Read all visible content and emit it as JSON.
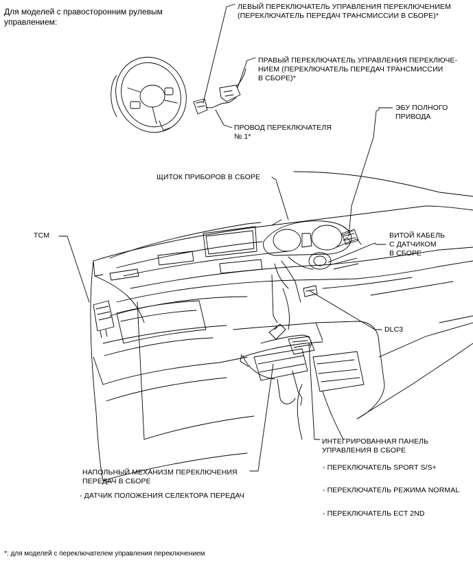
{
  "intro_note": "Для моделей с правосторонним рулевым\nуправлением:",
  "labels": {
    "left_switch": "ЛЕВЫЙ ПЕРЕКЛЮЧАТЕЛЬ УПРАВЛЕНИЯ ПЕРЕКЛЮЧЕНИЕМ\n(ПЕРЕКЛЮЧАТЕЛЬ ПЕРЕДАЧ ТРАНСМИССИИ В СБОРЕ)*",
    "right_switch": "ПРАВЫЙ ПЕРЕКЛЮЧАТЕЛЬ УПРАВЛЕНИЯ ПЕРЕКЛЮЧЕ-\nНИЕМ (ПЕРЕКЛЮЧАТЕЛЬ ПЕРЕДАЧ ТРАНСМИССИИ\nВ СБОРЕ)*",
    "ecu_4wd": "ЭБУ ПОЛНОГО\nПРИВОДА",
    "switch_wire": "ПРОВОД ПЕРЕКЛЮЧАТЕЛЯ\n№ 1*",
    "combination_meter": "ЩИТОК ПРИБОРОВ В СБОРЕ",
    "tcm": "TCM",
    "spiral_cable": "ВИТОЙ КАБЕЛЬ\nС ДАТЧИКОМ\nВ СБОРЕ",
    "dlc3": "DLC3",
    "integrated_panel": "ИНТЕГРИРОВАННАЯ ПАНЕЛЬ\nУПРАВЛЕНИЯ В СБОРЕ",
    "floor_shift": "НАПОЛЬНЫЙ МЕХАНИЗМ ПЕРЕКЛЮЧЕНИЯ\nПЕРЕДАЧ В СБОРЕ",
    "selector_sensor": "- ДАТЧИК ПОЛОЖЕНИЯ СЕЛЕКТОРА ПЕРЕДАЧ",
    "sport_switch": "- ПЕРЕКЛЮЧАТЕЛЬ SPORT S/S+",
    "normal_switch": "- ПЕРЕКЛЮЧАТЕЛЬ РЕЖИМА NORMAL",
    "ect_switch": "- ПЕРЕКЛЮЧАТЕЛЬ ECT 2ND"
  },
  "footnote": "*: для моделей с переключателем управления переключением"
}
